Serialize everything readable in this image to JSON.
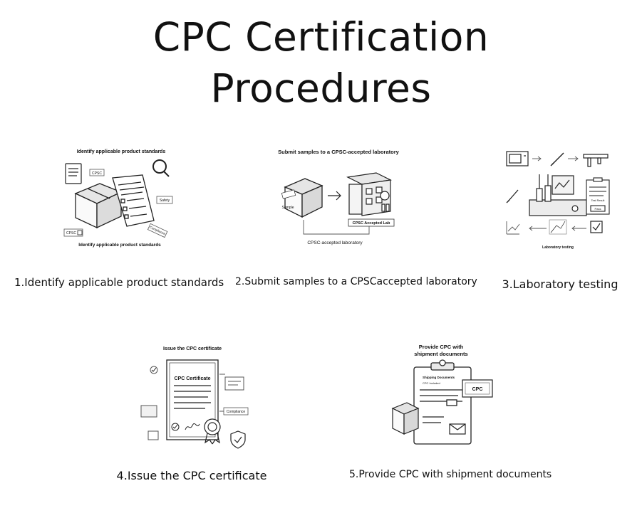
{
  "title": "CPC Certification Procedures",
  "title_line1": "CPC Certification",
  "title_line2": "Procedures",
  "steps": [
    {
      "caption": "1.Identify applicable product standards",
      "illus_heading": "Identify applicable product standards",
      "illus_footer": "Identify applicable product standards",
      "tags": [
        "CPSC",
        "Safety",
        "Compliance",
        "CPSC"
      ]
    },
    {
      "caption": "2.Submit samples to a CPSCaccepted laboratory",
      "illus_heading": "Submit samples to a CPSC-accepted laboratory",
      "illus_sample_label": "Sample",
      "illus_lab_label": "CPSC Accepted Lab",
      "illus_footer": "CPSC-accepted laboratory"
    },
    {
      "caption": "3.Laboratory testing",
      "illus_footer": "Laboratory testing",
      "illus_result_label": "Test Result",
      "illus_pass_label": "Pass"
    },
    {
      "caption": "4.Issue the CPC certificate",
      "illus_heading": "Issue the CPC certificate",
      "illus_cert_title": "CPC Certificate",
      "illus_compliance_label": "Compliance"
    },
    {
      "caption": "5.Provide CPC with shipment documents",
      "illus_heading": "Provide CPC with shipment documents",
      "illus_doc_title": "Shipping Documents",
      "illus_doc_sub": "CPC Included",
      "illus_cpc_tag": "CPC"
    }
  ],
  "colors": {
    "ink": "#111111",
    "line": "#333333",
    "faint": "#9a9a9a"
  }
}
